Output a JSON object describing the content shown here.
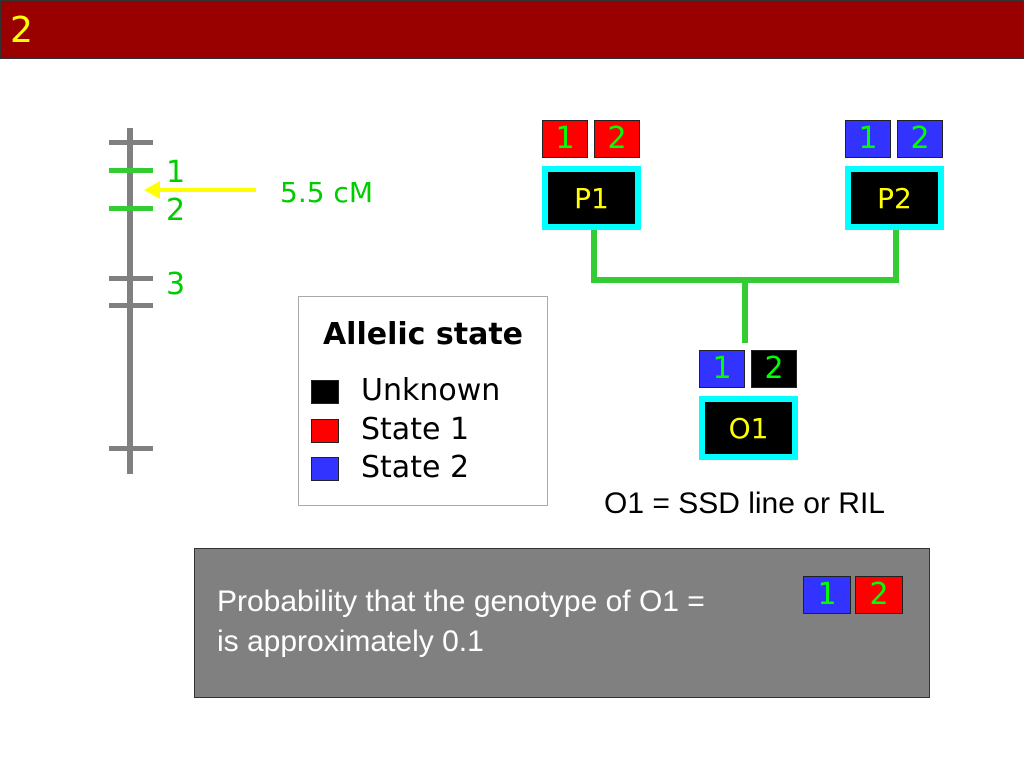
{
  "slide": {
    "number": "2"
  },
  "colors": {
    "title_bar": "#990000",
    "title_text": "#ffff00",
    "state1": "#ff0000",
    "state2": "#3333ff",
    "unknown": "#000000",
    "allele_text": "#00ff00",
    "pedigree_line": "#33cc33",
    "individual_border": "#00ffff",
    "arrow": "#ffff00",
    "chromosome": "#808080"
  },
  "chromosome": {
    "markers": [
      {
        "label": "1"
      },
      {
        "label": "2"
      },
      {
        "label": "3"
      }
    ],
    "distance_label": "5.5 cM"
  },
  "legend": {
    "title": "Allelic state",
    "items": [
      {
        "label": "Unknown",
        "state": "unknown"
      },
      {
        "label": "State 1",
        "state": "state1"
      },
      {
        "label": "State 2",
        "state": "state2"
      }
    ]
  },
  "pedigree": {
    "p1": {
      "name": "P1",
      "alleles": [
        {
          "label": "1",
          "state": "state1"
        },
        {
          "label": "2",
          "state": "state1"
        }
      ]
    },
    "p2": {
      "name": "P2",
      "alleles": [
        {
          "label": "1",
          "state": "state2"
        },
        {
          "label": "2",
          "state": "state2"
        }
      ]
    },
    "o1": {
      "name": "O1",
      "alleles": [
        {
          "label": "1",
          "state": "state2"
        },
        {
          "label": "2",
          "state": "unknown"
        }
      ]
    }
  },
  "caption": "O1 = SSD line or RIL",
  "probability": {
    "line1": "Probability that the genotype of O1 =",
    "line2": "is approximately 0.1",
    "alleles": [
      {
        "label": "1",
        "state": "state2"
      },
      {
        "label": "2",
        "state": "state1"
      }
    ]
  }
}
